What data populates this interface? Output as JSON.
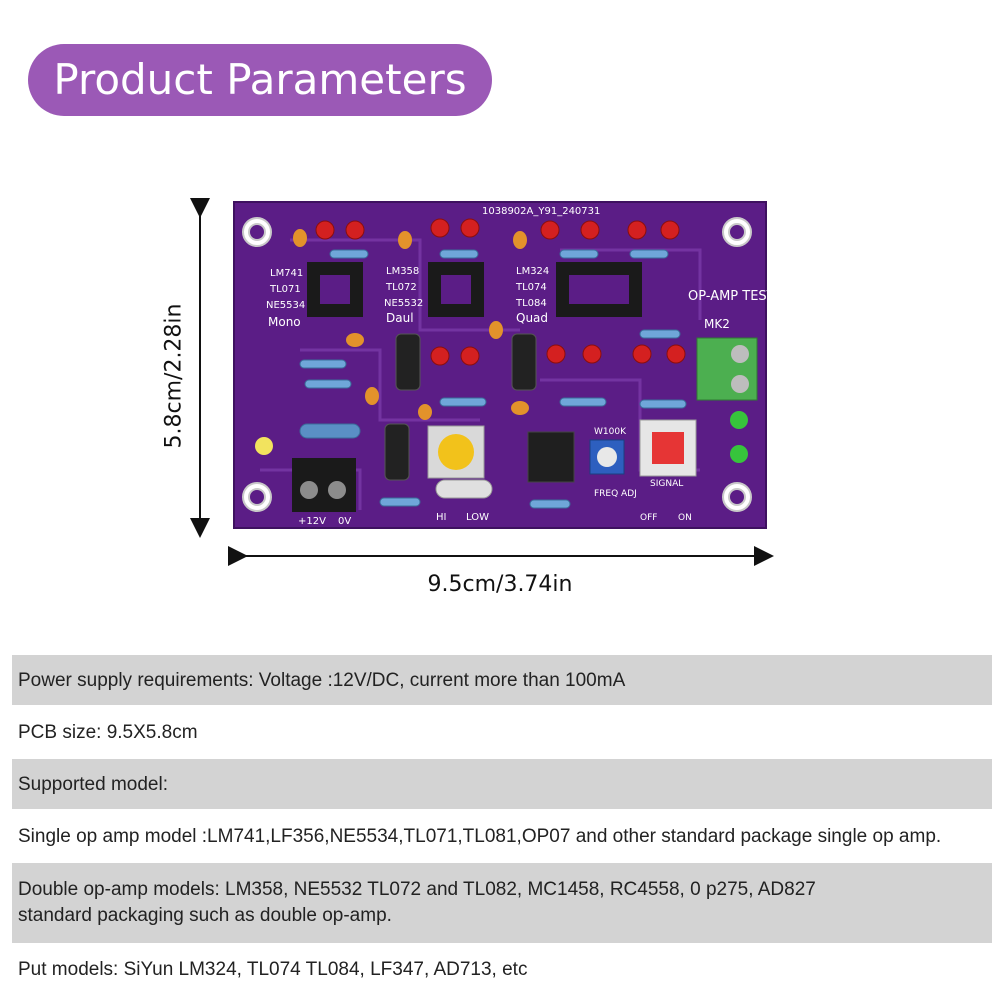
{
  "header": {
    "title": "Product Parameters"
  },
  "product_image": {
    "board_title": "OP-AMP TESTER",
    "serial": "1038902A_Y91_240731",
    "labels": {
      "mono": [
        "LM741",
        "TL071",
        "NE5534",
        "Mono"
      ],
      "dual": [
        "LM358",
        "TL072",
        "NE5532",
        "Daul"
      ],
      "quad": [
        "LM324",
        "TL074",
        "TL084",
        "Quad"
      ],
      "mk2": "MK2",
      "w100k": "W100K",
      "freq_adj": "FREQ ADJ",
      "signal": "SIGNAL",
      "off": "OFF",
      "on": "ON",
      "plus12v": "+12V",
      "zerov": "0V",
      "hi": "HI",
      "low": "LOW"
    }
  },
  "dimensions": {
    "width": "9.5cm/3.74in",
    "height": "5.8cm/2.28in"
  },
  "specs": [
    {
      "text": "Power supply requirements: Voltage :12V/DC, current more than 100mA"
    },
    {
      "text": "PCB size: 9.5X5.8cm"
    },
    {
      "text": "Supported model:"
    },
    {
      "text": "Single op amp model :LM741,LF356,NE5534,TL071,TL081,OP07 and other standard package single op amp."
    },
    {
      "text": "Double op-amp models: LM358, NE5532 TL072 and TL082, MC1458, RC4558, 0 p275, AD827\n                         standard packaging such as double op-amp."
    },
    {
      "text": "Put models: SiYun LM324, TL074 TL084, LF347, AD713, etc"
    }
  ],
  "colors": {
    "accent": "#9b59b6",
    "pcb": "#5b1d86",
    "row_gray": "#d3d3d3"
  }
}
